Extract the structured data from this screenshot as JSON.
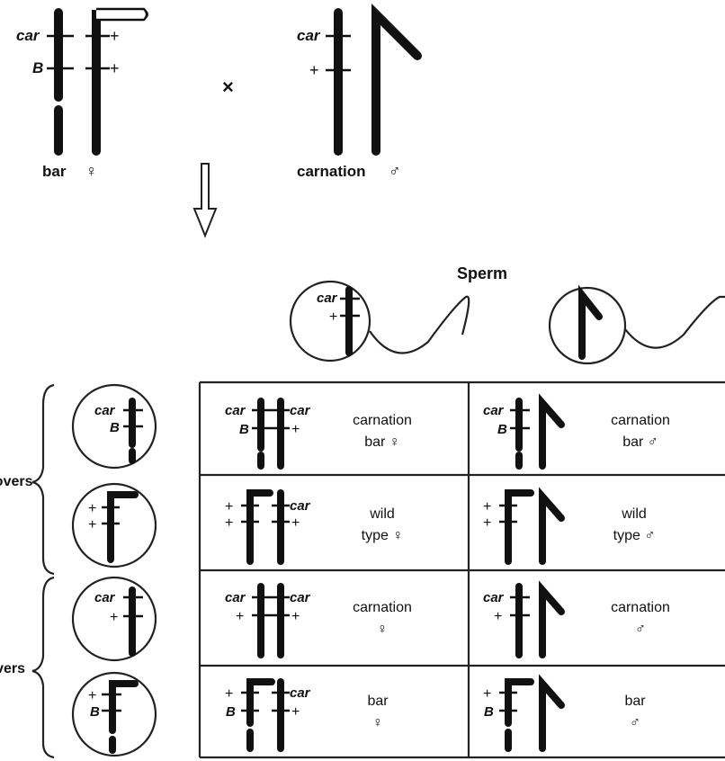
{
  "parents": {
    "female_label": "bar",
    "female_symbol": "♀",
    "male_label": "carnation",
    "male_symbol": "♂",
    "cross_symbol": "×",
    "locus_car": "car",
    "locus_B": "B",
    "plus": "+"
  },
  "sperm_header": "Sperm",
  "egg_groups": {
    "group1_label": "Noncrossovers",
    "group2_label": "Crossovers"
  },
  "eggs": [
    {
      "top": "car",
      "bottom": "B"
    },
    {
      "top": "+",
      "bottom": "+"
    },
    {
      "top": "car",
      "bottom": "+"
    },
    {
      "top": "+",
      "bottom": "B"
    }
  ],
  "sperm": [
    {
      "top": "car",
      "bottom": "+"
    },
    {
      "type": "Y"
    }
  ],
  "offspring": [
    [
      {
        "line1": "carnation",
        "line2": "bar ♀"
      },
      {
        "line1": "carnation",
        "line2": "bar ♂"
      }
    ],
    [
      {
        "line1": "wild",
        "line2": "type ♀"
      },
      {
        "line1": "wild",
        "line2": "type ♂"
      }
    ],
    [
      {
        "line1": "carnation",
        "line2": "♀"
      },
      {
        "line1": "carnation",
        "line2": "♂"
      }
    ],
    [
      {
        "line1": "bar",
        "line2": "♀"
      },
      {
        "line1": "bar",
        "line2": "♂"
      }
    ]
  ],
  "colors": {
    "ink": "#111111",
    "background": "#ffffff"
  }
}
